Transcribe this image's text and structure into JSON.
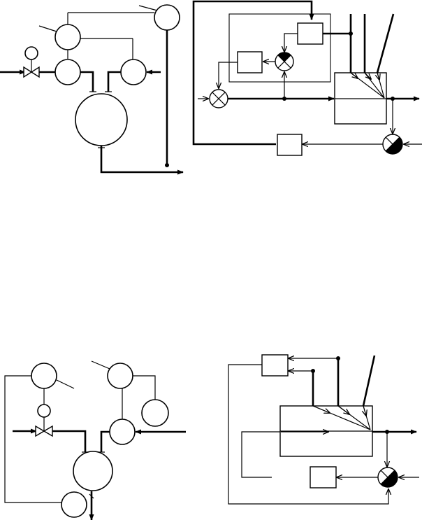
{
  "diagram": {
    "title": "",
    "panels": [
      {
        "id": "top-left",
        "kind": "process-scheme",
        "text": []
      },
      {
        "id": "top-right",
        "kind": "block-diagram",
        "text": []
      },
      {
        "id": "bottom-left",
        "kind": "process-scheme",
        "text": []
      },
      {
        "id": "bottom-right",
        "kind": "block-diagram",
        "text": []
      }
    ],
    "colors": {
      "line": "#000000",
      "background": "#ffffff"
    }
  }
}
